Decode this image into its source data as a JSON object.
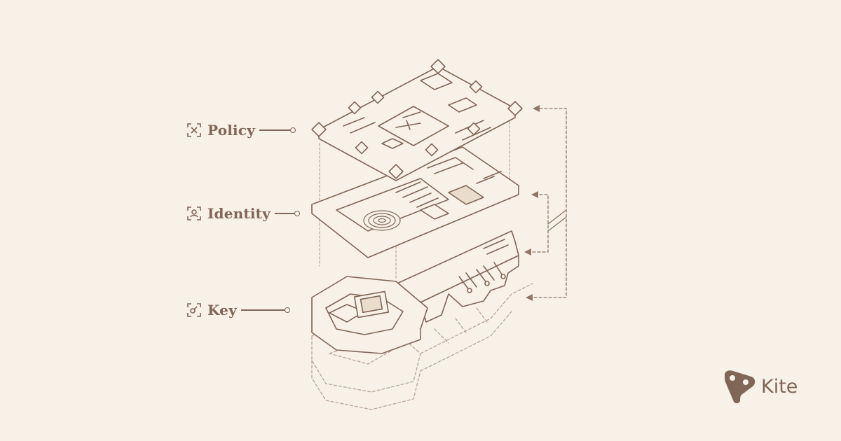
{
  "colors": {
    "background": "#f8f1e8",
    "ink": "#7f6657",
    "ink_light": "#b8a596"
  },
  "labels": [
    {
      "text": "Policy",
      "icon": "scan-frame-policy-icon"
    },
    {
      "text": "Identity",
      "icon": "scan-frame-user-icon"
    },
    {
      "text": "Key",
      "icon": "scan-frame-key-icon"
    }
  ],
  "brand": {
    "name": "Kite",
    "icon": "kite-logo-icon"
  }
}
